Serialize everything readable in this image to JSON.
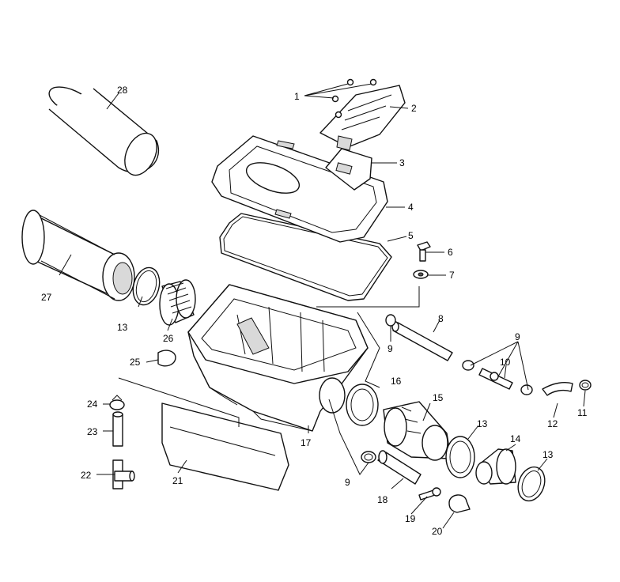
{
  "callouts": [
    "1",
    "2",
    "3",
    "4",
    "5",
    "6",
    "7",
    "8",
    "9",
    "9",
    "9",
    "10",
    "11",
    "12",
    "13",
    "13",
    "13",
    "14",
    "15",
    "16",
    "17",
    "18",
    "19",
    "20",
    "21",
    "22",
    "23",
    "24",
    "25",
    "26",
    "27",
    "28"
  ]
}
